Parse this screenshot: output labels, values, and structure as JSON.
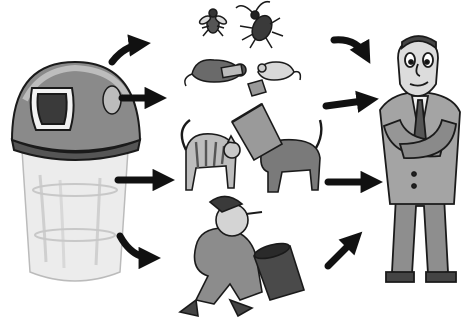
{
  "title": "",
  "colors": {
    "outline": "#1a1a1a",
    "bin_dark": "#6e6e6e",
    "bin_light": "#d4d4d4",
    "bin_body": "#e8e8e8",
    "person_suit": "#9a9a9a",
    "person_skin": "#dcdcdc",
    "animal_gray": "#8a8a8a",
    "arrow": "#111111"
  },
  "nodes": [
    {
      "id": "trash-bin",
      "icon": "trash-bin-illustration"
    },
    {
      "id": "insects",
      "icon": "fly-and-cockroach-illustration"
    },
    {
      "id": "rats",
      "icon": "rats-illustration"
    },
    {
      "id": "cat-and-dog",
      "icon": "cat-and-dog-illustration"
    },
    {
      "id": "scavenger",
      "icon": "man-with-bin-illustration"
    },
    {
      "id": "man",
      "icon": "standing-man-illustration"
    }
  ],
  "edges": [
    {
      "from": "trash-bin",
      "to": "insects"
    },
    {
      "from": "trash-bin",
      "to": "rats"
    },
    {
      "from": "trash-bin",
      "to": "cat-and-dog"
    },
    {
      "from": "trash-bin",
      "to": "scavenger"
    },
    {
      "from": "insects",
      "to": "man"
    },
    {
      "from": "rats",
      "to": "man"
    },
    {
      "from": "cat-and-dog",
      "to": "man"
    },
    {
      "from": "scavenger",
      "to": "man"
    }
  ]
}
